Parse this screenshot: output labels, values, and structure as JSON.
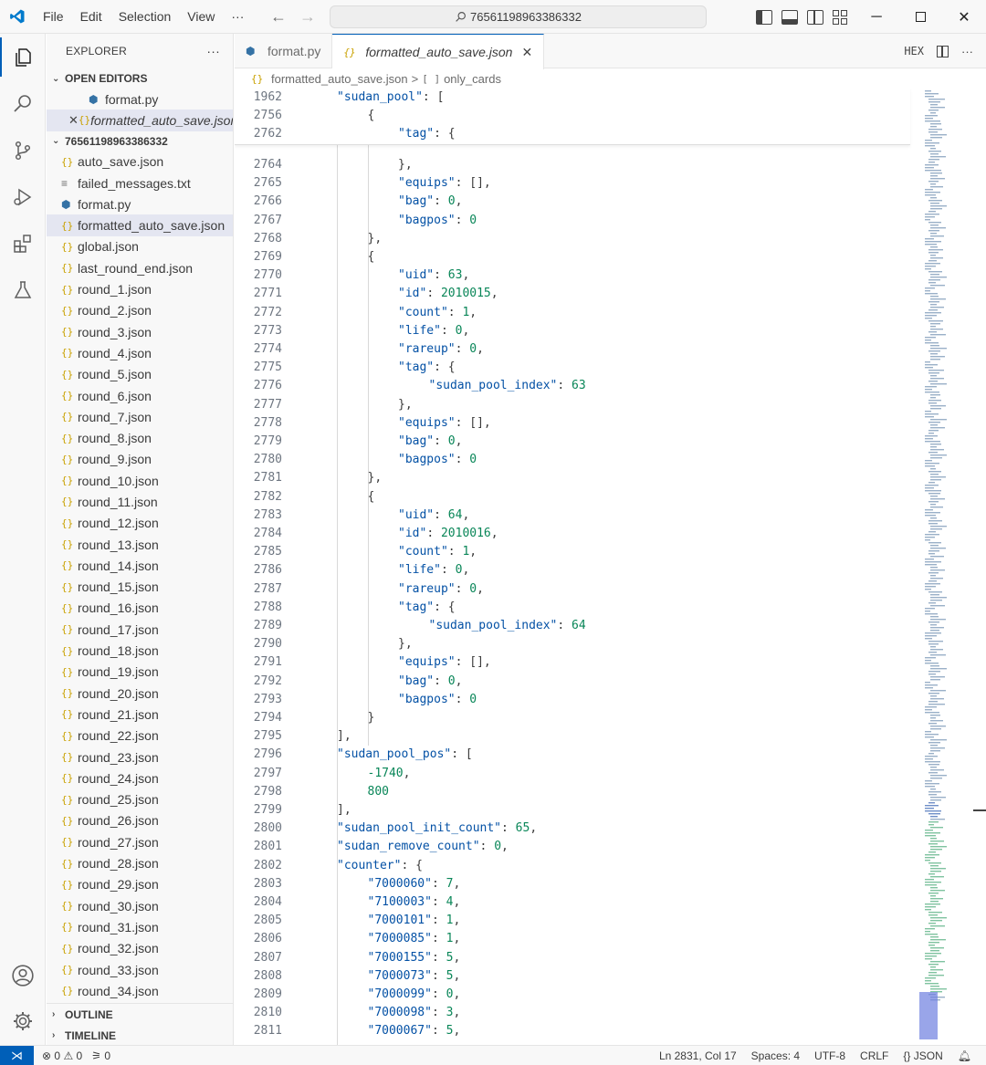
{
  "titlebar": {
    "menu": [
      "File",
      "Edit",
      "Selection",
      "View",
      "···"
    ],
    "search_text": "76561198963386332"
  },
  "sidebar": {
    "title": "EXPLORER",
    "more": "···",
    "open_editors_label": "OPEN EDITORS",
    "open_editors": [
      {
        "name": "format.py",
        "type": "py"
      },
      {
        "name": "formatted_auto_save.json",
        "type": "json",
        "dirty_close": "✕"
      }
    ],
    "folder_label": "76561198963386332",
    "files": [
      {
        "name": "auto_save.json",
        "type": "json"
      },
      {
        "name": "failed_messages.txt",
        "type": "txt"
      },
      {
        "name": "format.py",
        "type": "py"
      },
      {
        "name": "formatted_auto_save.json",
        "type": "json",
        "selected": true
      },
      {
        "name": "global.json",
        "type": "json"
      },
      {
        "name": "last_round_end.json",
        "type": "json"
      },
      {
        "name": "round_1.json",
        "type": "json"
      },
      {
        "name": "round_2.json",
        "type": "json"
      },
      {
        "name": "round_3.json",
        "type": "json"
      },
      {
        "name": "round_4.json",
        "type": "json"
      },
      {
        "name": "round_5.json",
        "type": "json"
      },
      {
        "name": "round_6.json",
        "type": "json"
      },
      {
        "name": "round_7.json",
        "type": "json"
      },
      {
        "name": "round_8.json",
        "type": "json"
      },
      {
        "name": "round_9.json",
        "type": "json"
      },
      {
        "name": "round_10.json",
        "type": "json"
      },
      {
        "name": "round_11.json",
        "type": "json"
      },
      {
        "name": "round_12.json",
        "type": "json"
      },
      {
        "name": "round_13.json",
        "type": "json"
      },
      {
        "name": "round_14.json",
        "type": "json"
      },
      {
        "name": "round_15.json",
        "type": "json"
      },
      {
        "name": "round_16.json",
        "type": "json"
      },
      {
        "name": "round_17.json",
        "type": "json"
      },
      {
        "name": "round_18.json",
        "type": "json"
      },
      {
        "name": "round_19.json",
        "type": "json"
      },
      {
        "name": "round_20.json",
        "type": "json"
      },
      {
        "name": "round_21.json",
        "type": "json"
      },
      {
        "name": "round_22.json",
        "type": "json"
      },
      {
        "name": "round_23.json",
        "type": "json"
      },
      {
        "name": "round_24.json",
        "type": "json"
      },
      {
        "name": "round_25.json",
        "type": "json"
      },
      {
        "name": "round_26.json",
        "type": "json"
      },
      {
        "name": "round_27.json",
        "type": "json"
      },
      {
        "name": "round_28.json",
        "type": "json"
      },
      {
        "name": "round_29.json",
        "type": "json"
      },
      {
        "name": "round_30.json",
        "type": "json"
      },
      {
        "name": "round_31.json",
        "type": "json"
      },
      {
        "name": "round_32.json",
        "type": "json"
      },
      {
        "name": "round_33.json",
        "type": "json"
      },
      {
        "name": "round_34.json",
        "type": "json"
      }
    ],
    "outline_label": "OUTLINE",
    "timeline_label": "TIMELINE"
  },
  "tabs": [
    {
      "label": "format.py",
      "type": "py",
      "active": false
    },
    {
      "label": "formatted_auto_save.json",
      "type": "json",
      "active": true
    }
  ],
  "tab_actions": {
    "hex": "HEX"
  },
  "breadcrumb": {
    "file": "formatted_auto_save.json",
    "sep": ">",
    "node_icon": "[ ]",
    "node": "only_cards"
  },
  "sticky_lines": [
    {
      "ln": "1962",
      "indent": 1,
      "tokens": [
        [
          "k",
          "\"sudan_pool\""
        ],
        [
          "p",
          ": ["
        ]
      ]
    },
    {
      "ln": "2756",
      "indent": 2,
      "tokens": [
        [
          "p",
          "{"
        ]
      ]
    },
    {
      "ln": "2762",
      "indent": 3,
      "tokens": [
        [
          "k",
          "\"tag\""
        ],
        [
          "p",
          ": {"
        ]
      ]
    }
  ],
  "lines": [
    {
      "ln": "2764",
      "indent": 3,
      "tokens": [
        [
          "p",
          "},"
        ]
      ]
    },
    {
      "ln": "2765",
      "indent": 3,
      "tokens": [
        [
          "k",
          "\"equips\""
        ],
        [
          "p",
          ": [],"
        ]
      ]
    },
    {
      "ln": "2766",
      "indent": 3,
      "tokens": [
        [
          "k",
          "\"bag\""
        ],
        [
          "p",
          ": "
        ],
        [
          "n",
          "0"
        ],
        [
          "p",
          ","
        ]
      ]
    },
    {
      "ln": "2767",
      "indent": 3,
      "tokens": [
        [
          "k",
          "\"bagpos\""
        ],
        [
          "p",
          ": "
        ],
        [
          "n",
          "0"
        ]
      ]
    },
    {
      "ln": "2768",
      "indent": 2,
      "tokens": [
        [
          "p",
          "},"
        ]
      ]
    },
    {
      "ln": "2769",
      "indent": 2,
      "tokens": [
        [
          "p",
          "{"
        ]
      ]
    },
    {
      "ln": "2770",
      "indent": 3,
      "tokens": [
        [
          "k",
          "\"uid\""
        ],
        [
          "p",
          ": "
        ],
        [
          "n",
          "63"
        ],
        [
          "p",
          ","
        ]
      ]
    },
    {
      "ln": "2771",
      "indent": 3,
      "tokens": [
        [
          "k",
          "\"id\""
        ],
        [
          "p",
          ": "
        ],
        [
          "n",
          "2010015"
        ],
        [
          "p",
          ","
        ]
      ]
    },
    {
      "ln": "2772",
      "indent": 3,
      "tokens": [
        [
          "k",
          "\"count\""
        ],
        [
          "p",
          ": "
        ],
        [
          "n",
          "1"
        ],
        [
          "p",
          ","
        ]
      ]
    },
    {
      "ln": "2773",
      "indent": 3,
      "tokens": [
        [
          "k",
          "\"life\""
        ],
        [
          "p",
          ": "
        ],
        [
          "n",
          "0"
        ],
        [
          "p",
          ","
        ]
      ]
    },
    {
      "ln": "2774",
      "indent": 3,
      "tokens": [
        [
          "k",
          "\"rareup\""
        ],
        [
          "p",
          ": "
        ],
        [
          "n",
          "0"
        ],
        [
          "p",
          ","
        ]
      ]
    },
    {
      "ln": "2775",
      "indent": 3,
      "tokens": [
        [
          "k",
          "\"tag\""
        ],
        [
          "p",
          ": {"
        ]
      ]
    },
    {
      "ln": "2776",
      "indent": 4,
      "tokens": [
        [
          "k",
          "\"sudan_pool_index\""
        ],
        [
          "p",
          ": "
        ],
        [
          "n",
          "63"
        ]
      ]
    },
    {
      "ln": "2777",
      "indent": 3,
      "tokens": [
        [
          "p",
          "},"
        ]
      ]
    },
    {
      "ln": "2778",
      "indent": 3,
      "tokens": [
        [
          "k",
          "\"equips\""
        ],
        [
          "p",
          ": [],"
        ]
      ]
    },
    {
      "ln": "2779",
      "indent": 3,
      "tokens": [
        [
          "k",
          "\"bag\""
        ],
        [
          "p",
          ": "
        ],
        [
          "n",
          "0"
        ],
        [
          "p",
          ","
        ]
      ]
    },
    {
      "ln": "2780",
      "indent": 3,
      "tokens": [
        [
          "k",
          "\"bagpos\""
        ],
        [
          "p",
          ": "
        ],
        [
          "n",
          "0"
        ]
      ]
    },
    {
      "ln": "2781",
      "indent": 2,
      "tokens": [
        [
          "p",
          "},"
        ]
      ]
    },
    {
      "ln": "2782",
      "indent": 2,
      "tokens": [
        [
          "p",
          "{"
        ]
      ]
    },
    {
      "ln": "2783",
      "indent": 3,
      "tokens": [
        [
          "k",
          "\"uid\""
        ],
        [
          "p",
          ": "
        ],
        [
          "n",
          "64"
        ],
        [
          "p",
          ","
        ]
      ]
    },
    {
      "ln": "2784",
      "indent": 3,
      "tokens": [
        [
          "k",
          "\"id\""
        ],
        [
          "p",
          ": "
        ],
        [
          "n",
          "2010016"
        ],
        [
          "p",
          ","
        ]
      ]
    },
    {
      "ln": "2785",
      "indent": 3,
      "tokens": [
        [
          "k",
          "\"count\""
        ],
        [
          "p",
          ": "
        ],
        [
          "n",
          "1"
        ],
        [
          "p",
          ","
        ]
      ]
    },
    {
      "ln": "2786",
      "indent": 3,
      "tokens": [
        [
          "k",
          "\"life\""
        ],
        [
          "p",
          ": "
        ],
        [
          "n",
          "0"
        ],
        [
          "p",
          ","
        ]
      ]
    },
    {
      "ln": "2787",
      "indent": 3,
      "tokens": [
        [
          "k",
          "\"rareup\""
        ],
        [
          "p",
          ": "
        ],
        [
          "n",
          "0"
        ],
        [
          "p",
          ","
        ]
      ]
    },
    {
      "ln": "2788",
      "indent": 3,
      "tokens": [
        [
          "k",
          "\"tag\""
        ],
        [
          "p",
          ": {"
        ]
      ]
    },
    {
      "ln": "2789",
      "indent": 4,
      "tokens": [
        [
          "k",
          "\"sudan_pool_index\""
        ],
        [
          "p",
          ": "
        ],
        [
          "n",
          "64"
        ]
      ]
    },
    {
      "ln": "2790",
      "indent": 3,
      "tokens": [
        [
          "p",
          "},"
        ]
      ]
    },
    {
      "ln": "2791",
      "indent": 3,
      "tokens": [
        [
          "k",
          "\"equips\""
        ],
        [
          "p",
          ": [],"
        ]
      ]
    },
    {
      "ln": "2792",
      "indent": 3,
      "tokens": [
        [
          "k",
          "\"bag\""
        ],
        [
          "p",
          ": "
        ],
        [
          "n",
          "0"
        ],
        [
          "p",
          ","
        ]
      ]
    },
    {
      "ln": "2793",
      "indent": 3,
      "tokens": [
        [
          "k",
          "\"bagpos\""
        ],
        [
          "p",
          ": "
        ],
        [
          "n",
          "0"
        ]
      ]
    },
    {
      "ln": "2794",
      "indent": 2,
      "tokens": [
        [
          "p",
          "}"
        ]
      ]
    },
    {
      "ln": "2795",
      "indent": 1,
      "tokens": [
        [
          "p",
          "],"
        ]
      ]
    },
    {
      "ln": "2796",
      "indent": 1,
      "tokens": [
        [
          "k",
          "\"sudan_pool_pos\""
        ],
        [
          "p",
          ": ["
        ]
      ]
    },
    {
      "ln": "2797",
      "indent": 2,
      "tokens": [
        [
          "n",
          "-1740"
        ],
        [
          "p",
          ","
        ]
      ]
    },
    {
      "ln": "2798",
      "indent": 2,
      "tokens": [
        [
          "n",
          "800"
        ]
      ]
    },
    {
      "ln": "2799",
      "indent": 1,
      "tokens": [
        [
          "p",
          "],"
        ]
      ]
    },
    {
      "ln": "2800",
      "indent": 1,
      "tokens": [
        [
          "k",
          "\"sudan_pool_init_count\""
        ],
        [
          "p",
          ": "
        ],
        [
          "n",
          "65"
        ],
        [
          "p",
          ","
        ]
      ]
    },
    {
      "ln": "2801",
      "indent": 1,
      "tokens": [
        [
          "k",
          "\"sudan_remove_count\""
        ],
        [
          "p",
          ": "
        ],
        [
          "n",
          "0"
        ],
        [
          "p",
          ","
        ]
      ]
    },
    {
      "ln": "2802",
      "indent": 1,
      "tokens": [
        [
          "k",
          "\"counter\""
        ],
        [
          "p",
          ": {"
        ]
      ]
    },
    {
      "ln": "2803",
      "indent": 2,
      "tokens": [
        [
          "k",
          "\"7000060\""
        ],
        [
          "p",
          ": "
        ],
        [
          "n",
          "7"
        ],
        [
          "p",
          ","
        ]
      ]
    },
    {
      "ln": "2804",
      "indent": 2,
      "tokens": [
        [
          "k",
          "\"7100003\""
        ],
        [
          "p",
          ": "
        ],
        [
          "n",
          "4"
        ],
        [
          "p",
          ","
        ]
      ]
    },
    {
      "ln": "2805",
      "indent": 2,
      "tokens": [
        [
          "k",
          "\"7000101\""
        ],
        [
          "p",
          ": "
        ],
        [
          "n",
          "1"
        ],
        [
          "p",
          ","
        ]
      ]
    },
    {
      "ln": "2806",
      "indent": 2,
      "tokens": [
        [
          "k",
          "\"7000085\""
        ],
        [
          "p",
          ": "
        ],
        [
          "n",
          "1"
        ],
        [
          "p",
          ","
        ]
      ]
    },
    {
      "ln": "2807",
      "indent": 2,
      "tokens": [
        [
          "k",
          "\"7000155\""
        ],
        [
          "p",
          ": "
        ],
        [
          "n",
          "5"
        ],
        [
          "p",
          ","
        ]
      ]
    },
    {
      "ln": "2808",
      "indent": 2,
      "tokens": [
        [
          "k",
          "\"7000073\""
        ],
        [
          "p",
          ": "
        ],
        [
          "n",
          "5"
        ],
        [
          "p",
          ","
        ]
      ]
    },
    {
      "ln": "2809",
      "indent": 2,
      "tokens": [
        [
          "k",
          "\"7000099\""
        ],
        [
          "p",
          ": "
        ],
        [
          "n",
          "0"
        ],
        [
          "p",
          ","
        ]
      ]
    },
    {
      "ln": "2810",
      "indent": 2,
      "tokens": [
        [
          "k",
          "\"7000098\""
        ],
        [
          "p",
          ": "
        ],
        [
          "n",
          "3"
        ],
        [
          "p",
          ","
        ]
      ]
    },
    {
      "ln": "2811",
      "indent": 2,
      "tokens": [
        [
          "k",
          "\"7000067\""
        ],
        [
          "p",
          ": "
        ],
        [
          "n",
          "5"
        ],
        [
          "p",
          ","
        ]
      ]
    }
  ],
  "statusbar": {
    "errors": "0",
    "warnings": "0",
    "ports": "0",
    "position": "Ln 2831, Col 17",
    "spaces": "Spaces: 4",
    "encoding": "UTF-8",
    "eol": "CRLF",
    "language": "JSON"
  },
  "colors": {
    "accent": "#005fb8",
    "json_key": "#0451a5",
    "json_number": "#098658",
    "json_icon": "#c9a100",
    "py_icon": "#3572a5"
  }
}
